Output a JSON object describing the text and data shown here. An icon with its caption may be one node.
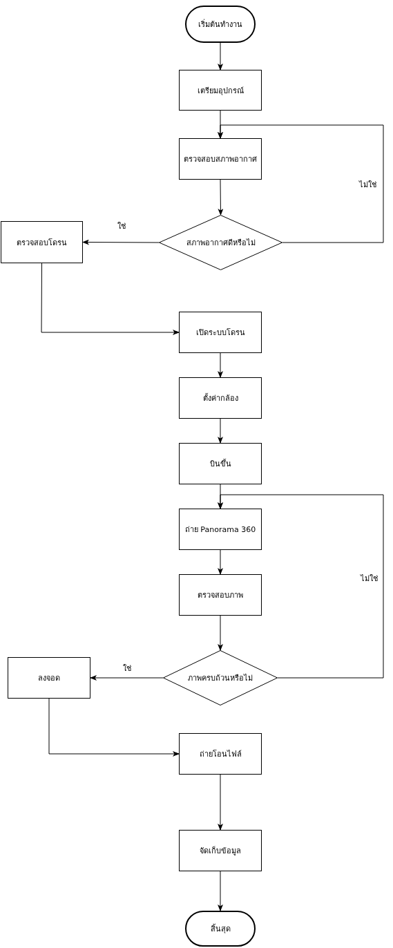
{
  "diagram": {
    "nodes": [
      {
        "text": [
          "เริ่มต้นทำงาน"
        ]
      },
      {
        "text": [
          "เตรียมอุปกรณ์"
        ]
      },
      {
        "text": [
          "ตรวจสอบสภาพอากาศ"
        ]
      },
      {
        "text": [
          "สภาพอากาศดีหรือไม่"
        ]
      },
      {
        "text": [
          "ตรวจสอบโดรน"
        ]
      },
      {
        "text": [
          "เปิดระบบโดรน"
        ]
      },
      {
        "text": [
          "ตั้งค่ากล้อง"
        ]
      },
      {
        "text": [
          "บินขึ้น"
        ]
      },
      {
        "text": [
          "ถ่าย Panorama 360"
        ]
      },
      {
        "text": [
          "ตรวจสอบภาพ"
        ]
      },
      {
        "text": [
          "ภาพครบถ้วนหรือไม่"
        ]
      },
      {
        "text": [
          "ลงจอด"
        ]
      },
      {
        "text": [
          "ถ่ายโอนไฟล์"
        ]
      },
      {
        "text": [
          "จัดเก็บข้อมูล"
        ]
      },
      {
        "text": [
          "สิ้นสุด"
        ]
      }
    ],
    "edges": [
      {
        "from": 0,
        "to": 1,
        "arrow": "to"
      },
      {
        "from": 1,
        "to": 2,
        "arrow": "to"
      },
      {
        "from": 2,
        "to": 3,
        "arrow": "to"
      },
      {
        "from": 3,
        "to": 4,
        "arrow": "to",
        "label": "ใช่"
      },
      {
        "from": 3,
        "to": 2,
        "arrow": "to",
        "label": "ไม่ใช่"
      },
      {
        "from": 4,
        "to": 5,
        "arrow": "to"
      },
      {
        "from": 5,
        "to": 6,
        "arrow": "to"
      },
      {
        "from": 6,
        "to": 7,
        "arrow": "to"
      },
      {
        "from": 7,
        "to": 8,
        "arrow": "to"
      },
      {
        "from": 8,
        "to": 9,
        "arrow": "to"
      },
      {
        "from": 9,
        "to": 10,
        "arrow": "to"
      },
      {
        "from": 10,
        "to": 11,
        "arrow": "to",
        "label": "ใช่"
      },
      {
        "from": 10,
        "to": 8,
        "arrow": "to",
        "label": "ไม่ใช่"
      },
      {
        "from": 11,
        "to": 12,
        "arrow": "to"
      },
      {
        "from": 12,
        "to": 13,
        "arrow": "to"
      },
      {
        "from": 13,
        "to": 14,
        "arrow": "to"
      }
    ]
  }
}
